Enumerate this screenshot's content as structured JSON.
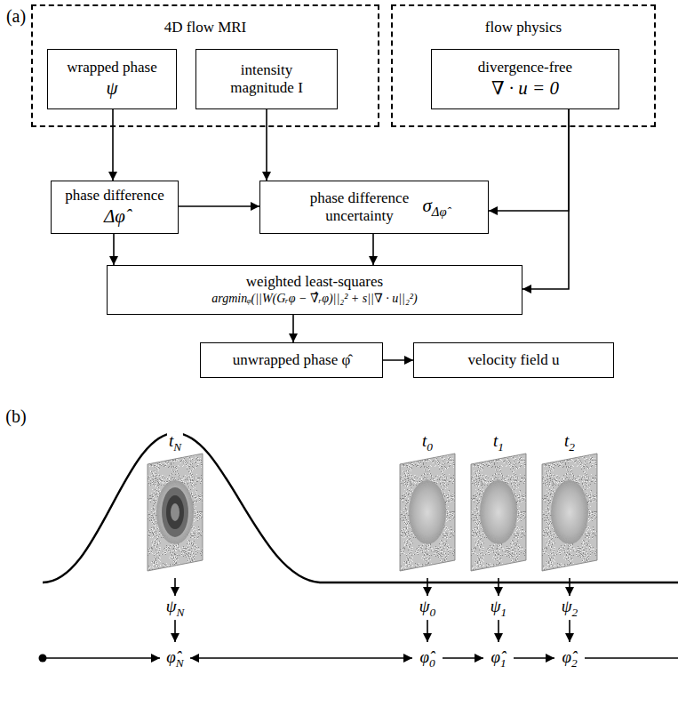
{
  "diagram": {
    "nodes": [
      {
        "text": [
          "4D flow MRI"
        ]
      },
      {
        "text": [
          "wrapped phase",
          "ψ"
        ],
        "in": 0
      },
      {
        "text": [
          "intensity magnitude I"
        ],
        "in": 0
      },
      {
        "text": [
          "flow physics"
        ]
      },
      {
        "text": [
          "divergence-free",
          "∇ · u = 0"
        ],
        "in": 3
      },
      {
        "text": [
          "phase difference",
          "Δφ̂"
        ]
      },
      {
        "text": [
          "phase difference uncertainty",
          "σΔφ̂"
        ]
      },
      {
        "text": [
          "weighted least-squares",
          "argminᵩ(||W(Gᵣφ − ∇̂ᵣφ)||₂² + s||∇ · u||₂²)"
        ]
      },
      {
        "text": [
          "unwrapped phase φ̂"
        ]
      },
      {
        "text": [
          "velocity field u"
        ]
      }
    ],
    "edges": [
      {
        "from": 1,
        "to": 5,
        "arrow": "to"
      },
      {
        "from": 2,
        "to": 6,
        "arrow": "to"
      },
      {
        "from": 5,
        "to": 6,
        "arrow": "to"
      },
      {
        "from": 4,
        "to": 6,
        "arrow": "to"
      },
      {
        "from": 4,
        "to": 7,
        "arrow": "to"
      },
      {
        "from": 5,
        "to": 7,
        "arrow": "to"
      },
      {
        "from": 6,
        "to": 7,
        "arrow": "to"
      },
      {
        "from": 7,
        "to": 8,
        "arrow": "to"
      },
      {
        "from": 8,
        "to": 9,
        "arrow": "to"
      }
    ],
    "labels": [
      "(a)",
      "(b)",
      "tN",
      "t0",
      "t1",
      "t2",
      "ψN",
      "ψ0",
      "ψ1",
      "ψ2",
      "φ̂N",
      "φ̂0",
      "φ̂1",
      "φ̂2"
    ]
  }
}
